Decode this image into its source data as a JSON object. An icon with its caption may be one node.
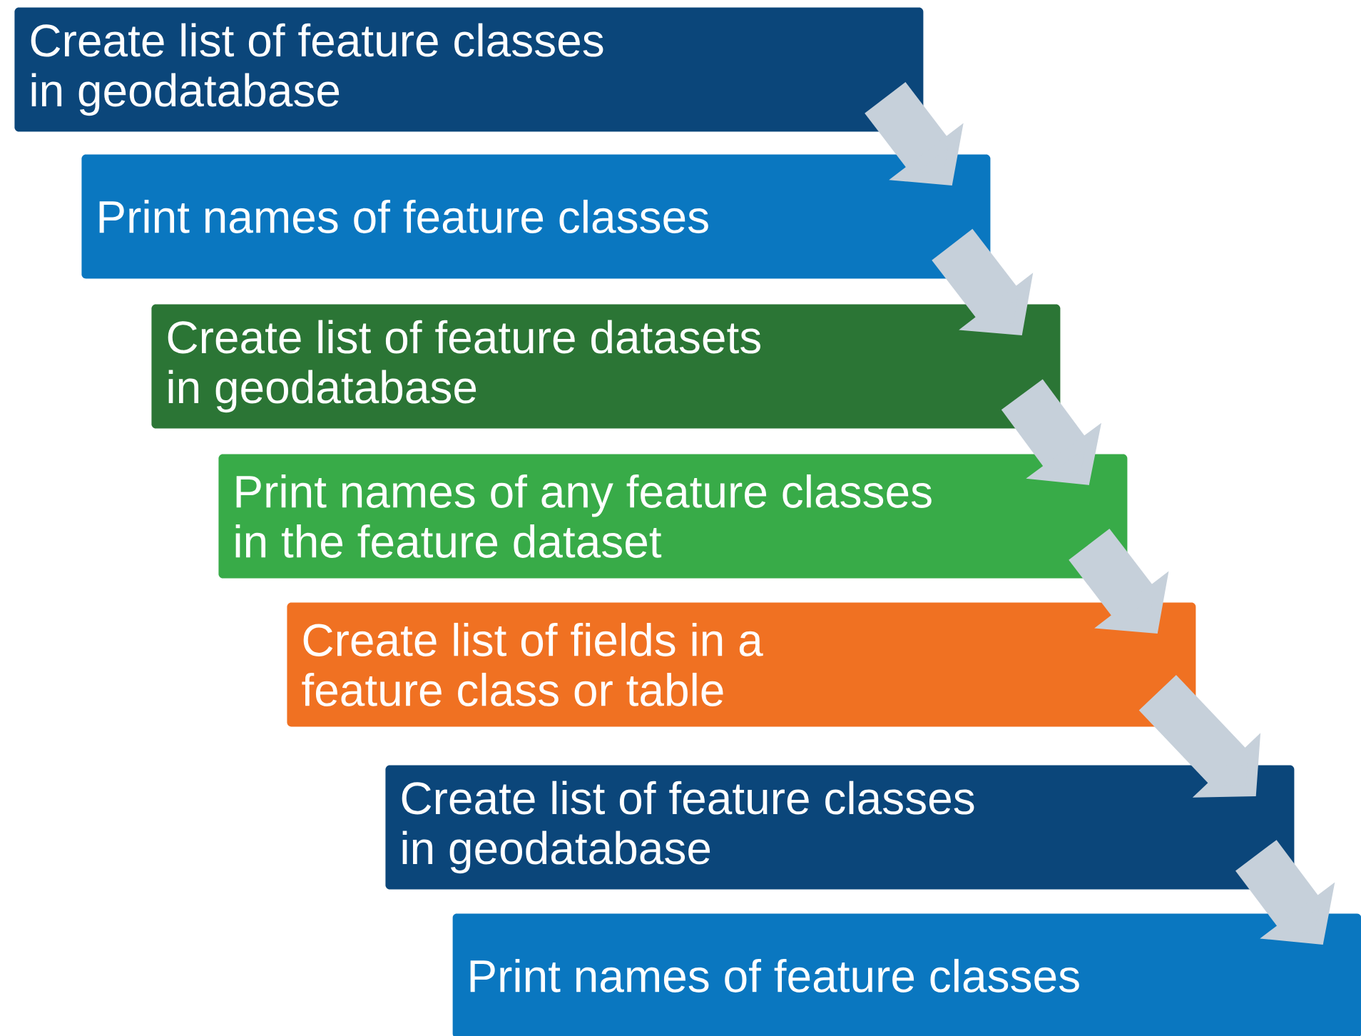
{
  "diagram": {
    "nodes": [
      {
        "text": [
          "Create list of feature classes in geodatabase"
        ]
      },
      {
        "text": [
          "Print names of feature classes"
        ]
      },
      {
        "text": [
          "Create list of feature datasets in geodatabase"
        ]
      },
      {
        "text": [
          "Print names of any feature classes in the feature dataset"
        ]
      },
      {
        "text": [
          "Create list of fields in a feature class or table"
        ]
      },
      {
        "text": [
          "Create list of feature classes in geodatabase"
        ]
      },
      {
        "text": [
          "Print names of feature classes"
        ]
      }
    ],
    "edges": [
      {
        "from": 0,
        "to": 1,
        "arrow": "to"
      },
      {
        "from": 1,
        "to": 2,
        "arrow": "to"
      },
      {
        "from": 2,
        "to": 3,
        "arrow": "to"
      },
      {
        "from": 3,
        "to": 4,
        "arrow": "to"
      },
      {
        "from": 4,
        "to": 5,
        "arrow": "to"
      },
      {
        "from": 5,
        "to": 6,
        "arrow": "to"
      }
    ]
  }
}
